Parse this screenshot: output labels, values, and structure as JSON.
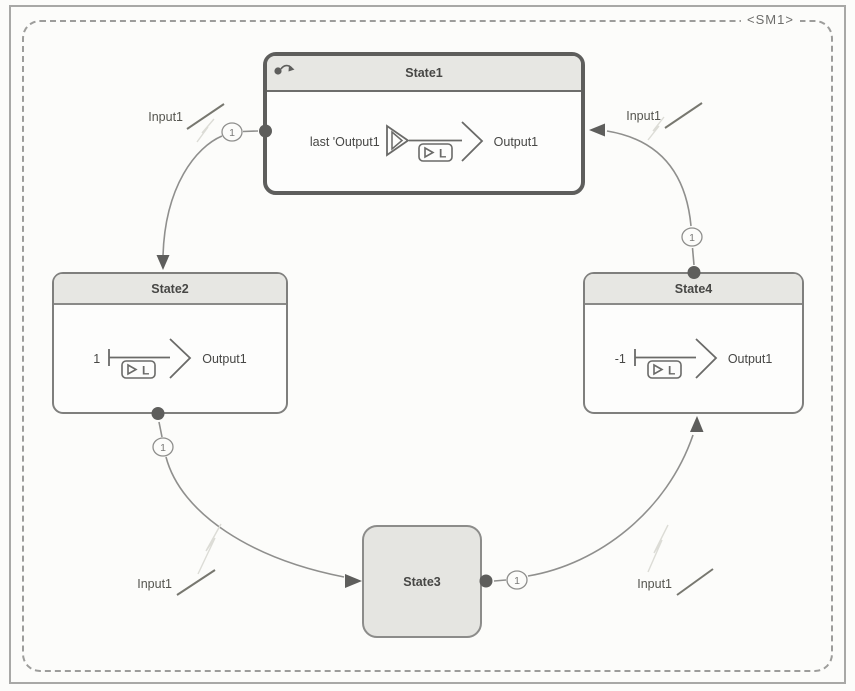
{
  "region": {
    "label": "<SM1>"
  },
  "states": {
    "state1": {
      "title": "State1",
      "expr_left": "last 'Output1",
      "expr_right": "Output1",
      "action_icon_letter": "L"
    },
    "state2": {
      "title": "State2",
      "expr_left": "1",
      "expr_right": "Output1",
      "action_icon_letter": "L"
    },
    "state3": {
      "title": "State3"
    },
    "state4": {
      "title": "State4",
      "expr_left": "-1",
      "expr_right": "Output1",
      "action_icon_letter": "L"
    }
  },
  "transitions": [
    {
      "from": "State1",
      "to": "State2",
      "trigger": "Input1",
      "priority": "1"
    },
    {
      "from": "State2",
      "to": "State3",
      "trigger": "Input1",
      "priority": "1"
    },
    {
      "from": "State3",
      "to": "State4",
      "trigger": "Input1",
      "priority": "1"
    },
    {
      "from": "State4",
      "to": "State1",
      "trigger": "Input1",
      "priority": "1"
    }
  ],
  "colors": {
    "canvas_bg": "#fcfcfa",
    "frame": "#a8a8a6",
    "region_dash": "#9d9d9b",
    "header_fill": "#e7e7e3",
    "state1_border": "#5e5e5c",
    "state_border": "#7f7f7d",
    "state3_fill": "#e5e5e1",
    "line": "#8f8f8d",
    "dark": "#5e5e5c",
    "text": "#474745"
  }
}
